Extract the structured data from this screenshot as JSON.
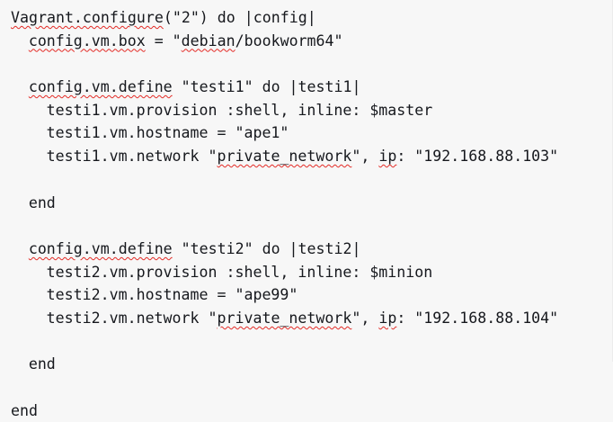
{
  "document": {
    "language": "ruby",
    "filename_hint": "Vagrantfile",
    "background_color": "#f7f7f7",
    "text_color": "#16181d",
    "spellcheck_underline_color": "#e32b26"
  },
  "lines": [
    {
      "indent": 0,
      "blank": false,
      "segments": [
        {
          "text": "Vagrant.configure",
          "squiggle": true
        },
        {
          "text": "(\"2\") do |config|",
          "squiggle": false
        }
      ]
    },
    {
      "indent": 2,
      "blank": false,
      "segments": [
        {
          "text": "config.vm.box",
          "squiggle": true
        },
        {
          "text": " = \"",
          "squiggle": false
        },
        {
          "text": "debian",
          "squiggle": true
        },
        {
          "text": "/bookworm64\"",
          "squiggle": false
        }
      ]
    },
    {
      "indent": 0,
      "blank": true,
      "segments": []
    },
    {
      "indent": 2,
      "blank": false,
      "segments": [
        {
          "text": "config.vm.define",
          "squiggle": true
        },
        {
          "text": " \"testi1\" do |testi1|",
          "squiggle": false
        }
      ]
    },
    {
      "indent": 4,
      "blank": false,
      "segments": [
        {
          "text": "testi1.vm.provision :shell, inline: $master",
          "squiggle": false
        }
      ]
    },
    {
      "indent": 4,
      "blank": false,
      "segments": [
        {
          "text": "testi1.vm.hostname = \"ape1\"",
          "squiggle": false
        }
      ]
    },
    {
      "indent": 4,
      "blank": false,
      "segments": [
        {
          "text": "testi1.vm.network \"",
          "squiggle": false
        },
        {
          "text": "private_network",
          "squiggle": true
        },
        {
          "text": "\", ",
          "squiggle": false
        },
        {
          "text": "ip",
          "squiggle": true
        },
        {
          "text": ": \"192.168.88.103\"",
          "squiggle": false
        }
      ]
    },
    {
      "indent": 0,
      "blank": true,
      "segments": []
    },
    {
      "indent": 2,
      "blank": false,
      "segments": [
        {
          "text": "end",
          "squiggle": false
        }
      ]
    },
    {
      "indent": 0,
      "blank": true,
      "segments": []
    },
    {
      "indent": 2,
      "blank": false,
      "segments": [
        {
          "text": "config.vm.define",
          "squiggle": true
        },
        {
          "text": " \"testi2\" do |testi2|",
          "squiggle": false
        }
      ]
    },
    {
      "indent": 4,
      "blank": false,
      "segments": [
        {
          "text": "testi2.vm.provision :shell, inline: $minion",
          "squiggle": false
        }
      ]
    },
    {
      "indent": 4,
      "blank": false,
      "segments": [
        {
          "text": "testi2.vm.hostname = \"ape99\"",
          "squiggle": false
        }
      ]
    },
    {
      "indent": 4,
      "blank": false,
      "segments": [
        {
          "text": "testi2.vm.network \"",
          "squiggle": false
        },
        {
          "text": "private_network",
          "squiggle": true
        },
        {
          "text": "\", ",
          "squiggle": false
        },
        {
          "text": "ip",
          "squiggle": true
        },
        {
          "text": ": \"192.168.88.104\"",
          "squiggle": false
        }
      ]
    },
    {
      "indent": 0,
      "blank": true,
      "segments": []
    },
    {
      "indent": 2,
      "blank": false,
      "segments": [
        {
          "text": "end",
          "squiggle": false
        }
      ]
    },
    {
      "indent": 0,
      "blank": true,
      "segments": []
    },
    {
      "indent": 0,
      "blank": false,
      "segments": [
        {
          "text": "end",
          "squiggle": false
        }
      ]
    }
  ]
}
